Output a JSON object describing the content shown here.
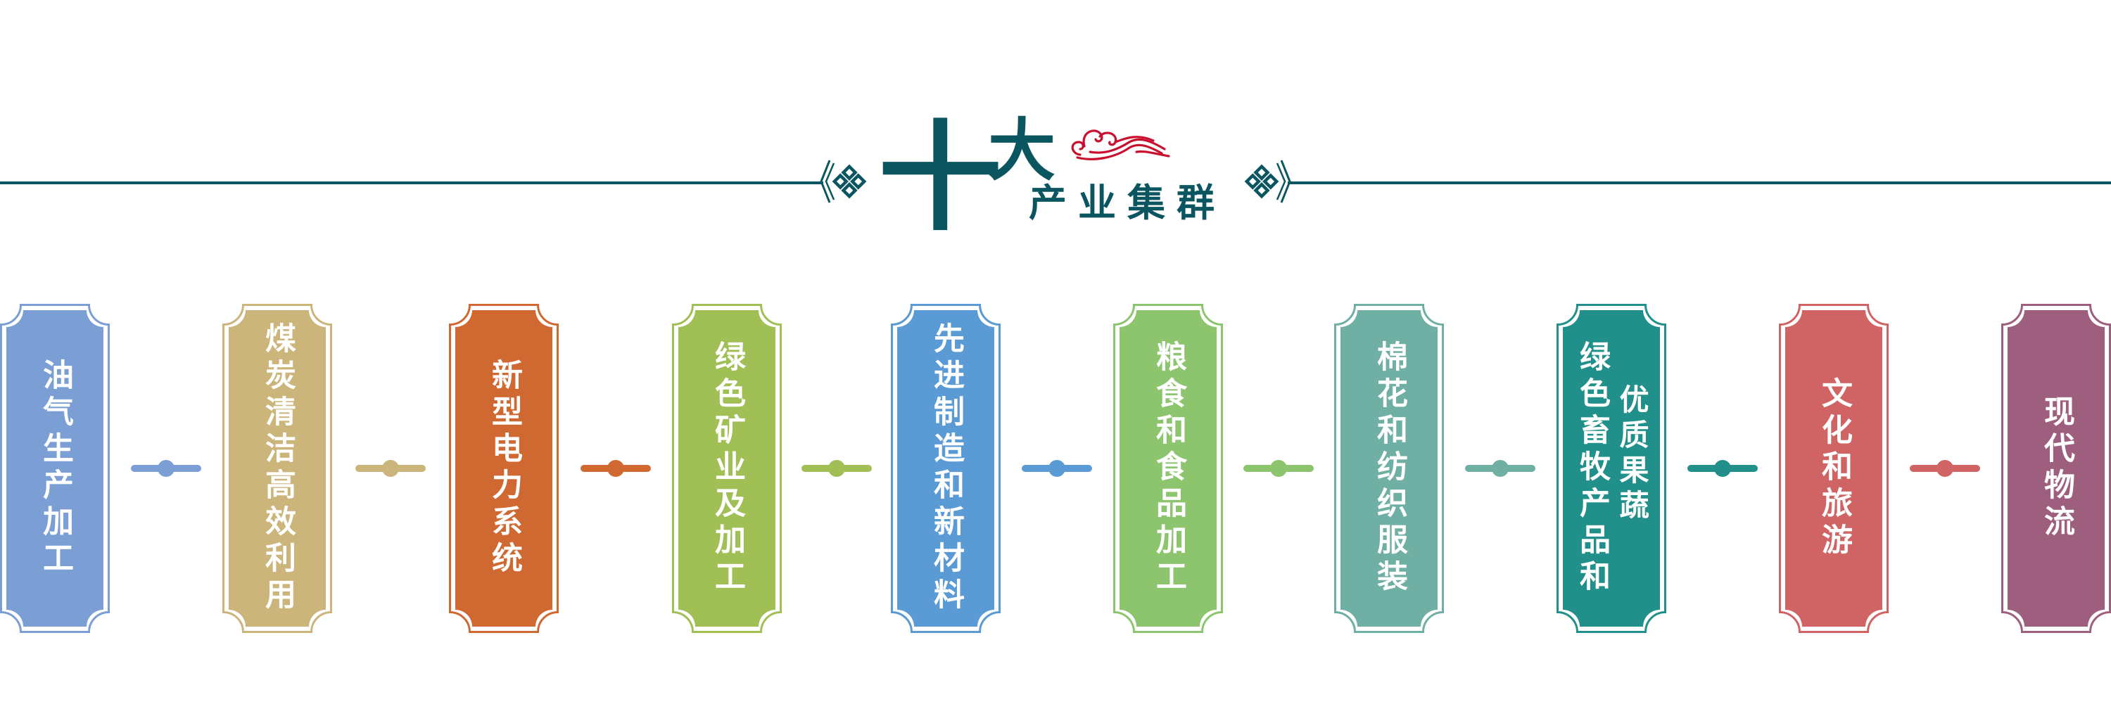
{
  "header": {
    "title_main_1": "十",
    "title_main_2": "大",
    "subtitle": "产业集群",
    "title_color": "#0b5560",
    "ornament_color": "#c8102e",
    "left_ornament_icon": "chinese-knot-icon",
    "right_ornament_icon": "chinese-knot-icon",
    "cloud_icon": "auspicious-cloud-icon"
  },
  "clusters": [
    {
      "columns": [
        "油气生产加工"
      ],
      "color": "#7b9fd4"
    },
    {
      "columns": [
        "煤炭清洁高效利用"
      ],
      "color": "#cbb57a"
    },
    {
      "columns": [
        "新型电力系统"
      ],
      "color": "#d06832"
    },
    {
      "columns": [
        "绿色矿业及加工"
      ],
      "color": "#a0bf55"
    },
    {
      "columns": [
        "先进制造和新材料"
      ],
      "color": "#5b9bd5"
    },
    {
      "columns": [
        "粮食和食品加工"
      ],
      "color": "#8dc46e"
    },
    {
      "columns": [
        "棉花和纺织服装"
      ],
      "color": "#6fafa4"
    },
    {
      "columns": [
        "绿色畜牧产品和",
        "优质果蔬"
      ],
      "color": "#22908a"
    },
    {
      "columns": [
        "文化和旅游"
      ],
      "color": "#d06464"
    },
    {
      "columns": [
        "现代物流"
      ],
      "color": "#9e5e7e"
    }
  ]
}
